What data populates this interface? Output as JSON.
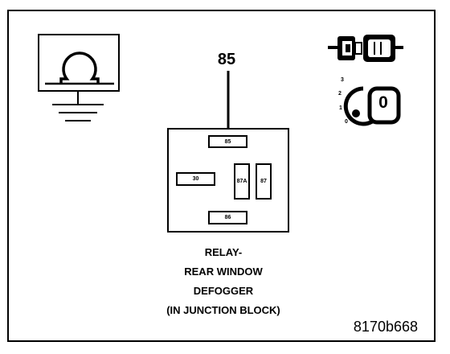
{
  "lead_label": "85",
  "relay": {
    "pins": {
      "top": "85",
      "left": "30",
      "center": "87A",
      "right": "87",
      "bottom": "86"
    }
  },
  "caption": {
    "line1": "RELAY-",
    "line2": "REAR WINDOW",
    "line3": "DEFOGGER",
    "line4": "(IN JUNCTION BLOCK)"
  },
  "ignition": {
    "positions": [
      "3",
      "2",
      "1",
      "0"
    ],
    "dial_value": "0"
  },
  "reference": "8170b668",
  "icons": [
    "ground-icon",
    "connector-icon",
    "ignition-switch-icon"
  ]
}
